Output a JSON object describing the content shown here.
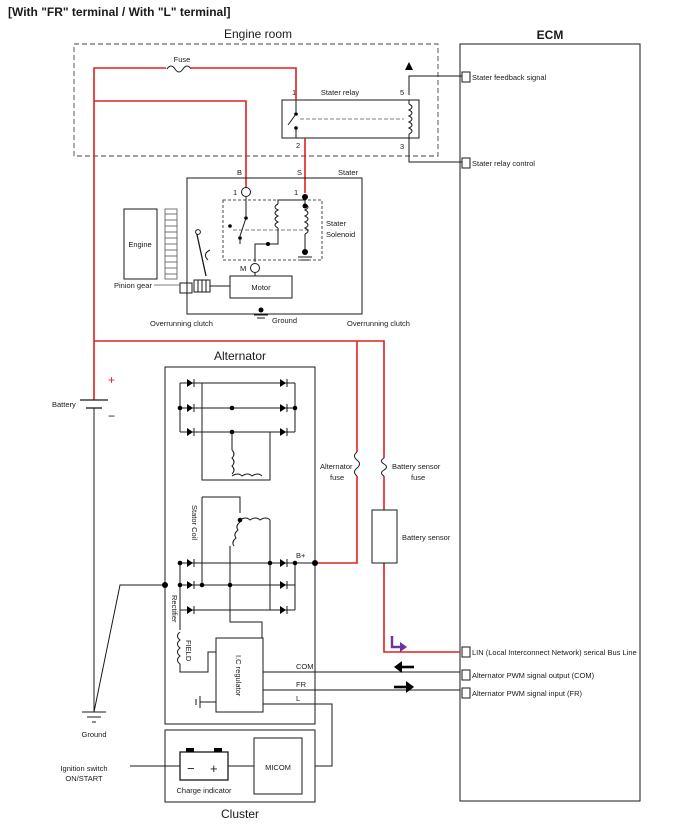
{
  "header": {
    "title": "[With \"FR\" terminal / With \"L\" terminal]"
  },
  "ecm": {
    "title": "ECM",
    "signals": {
      "stater_feedback": "Stater feedback signal",
      "stater_relay_control": "Stater relay control",
      "lin": "LIN (Local Interconnect Network) serical Bus Line",
      "pwm_out": "Alternator PWM signal output (COM)",
      "pwm_in": "Alternator PWM signal input (FR)"
    }
  },
  "engine_room": {
    "title": "Engine room",
    "fuse": "Fuse",
    "relay": {
      "title": "Stater relay",
      "pin1": "1",
      "pin2": "2",
      "pin3": "3",
      "pin5": "5"
    }
  },
  "starter": {
    "title": "Stater",
    "terminal_b": "B",
    "terminal_s": "S",
    "pin_b": "1",
    "pin_s": "1",
    "solenoid": "Stater Solenoid",
    "engine": "Engine",
    "pinion_gear": "Pinion gear",
    "motor": "Motor",
    "motor_terminal": "M",
    "ground": "Ground",
    "overrunning_clutch_left": "Overrunning clutch",
    "overrunning_clutch_right": "Overrunning clutch"
  },
  "battery": {
    "label": "Battery",
    "plus": "+",
    "minus": "−",
    "ground": "Ground"
  },
  "alternator": {
    "title": "Alternator",
    "alternator_fuse": "Alternator fuse",
    "battery_sensor_fuse": "Battery sensor fuse",
    "battery_sensor": "Battery sensor",
    "stator_coil": "Stator Coil",
    "rectifier": "Rectifier",
    "field": "FIELD",
    "ic_regulator": "I.C regulator",
    "b_plus": "B+",
    "com": "COM",
    "fr": "FR",
    "l": "L"
  },
  "cluster": {
    "title": "Cluster",
    "micom": "MICOM",
    "charge_indicator": "Charge indicator",
    "minus": "−",
    "plus": "+",
    "ignition_switch": "Ignition switch",
    "ignition_switch_state": "ON/START"
  },
  "colors": {
    "power_wire": "#e02020",
    "lin_arrow": "#7030a0",
    "wire": "#1a1a1a"
  }
}
